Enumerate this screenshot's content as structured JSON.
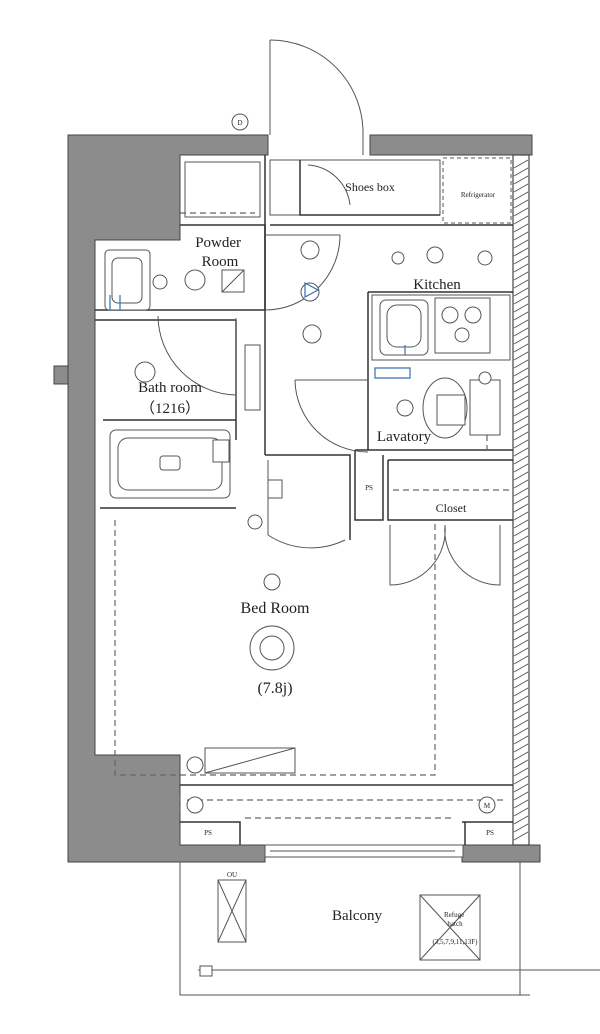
{
  "rooms": {
    "powder_room": "Powder\nRoom",
    "shoes_box": "Shoes box",
    "refrigerator": "Refrigerator",
    "kitchen": "Kitchen",
    "bath_room": "Bath room",
    "bath_size": "（1216）",
    "lavatory": "Lavatory",
    "closet": "Closet",
    "ps_closet": "PS",
    "bed_room": "Bed Room",
    "bed_size": "(7.8j)",
    "ps_left": "PS",
    "ps_right": "PS",
    "balcony": "Balcony",
    "refuge_hatch": "Refuge\nhatch",
    "refuge_floors": "(3,5,7,9,11,13F)",
    "outdoor_unit": "OU"
  },
  "symbols": {
    "entrance_marker": "D",
    "meter_marker": "M"
  },
  "colors": {
    "wall": "#8c8c8c",
    "line": "#555555",
    "accent": "#3a6fb0"
  }
}
